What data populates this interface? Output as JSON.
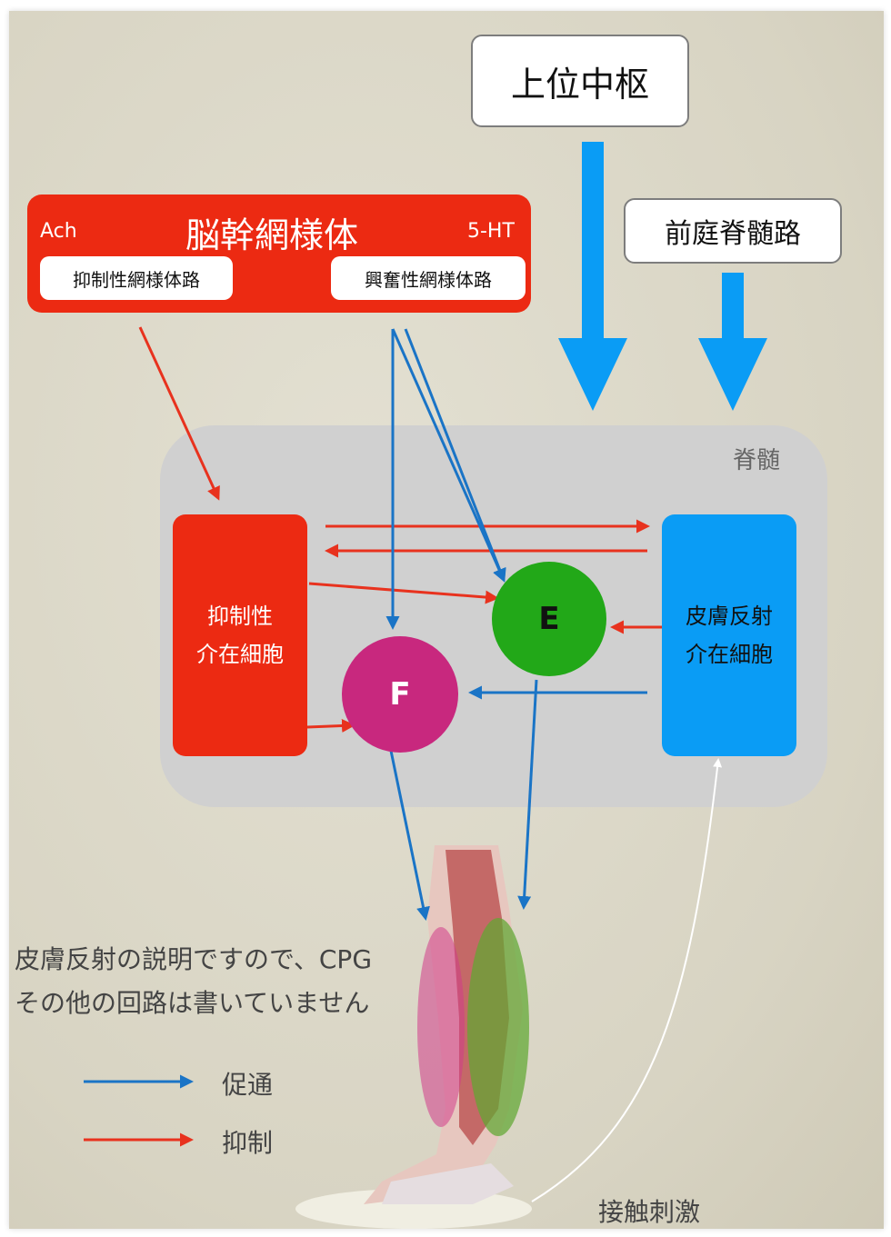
{
  "title_box": {
    "label": "上位中枢"
  },
  "vestibulo_box": {
    "label": "前庭脊髄路"
  },
  "brainstem": {
    "title": "脳幹網様体",
    "left_tag": "Ach",
    "right_tag": "5-HT",
    "inhibitory_path": "抑制性網様体路",
    "excitatory_path": "興奮性網様体路"
  },
  "spinal_cord": {
    "label": "脊髄"
  },
  "inhibitory_interneuron": {
    "line1": "抑制性",
    "line2": "介在細胞"
  },
  "skin_reflex_interneuron": {
    "line1": "皮膚反射",
    "line2": "介在細胞"
  },
  "flexor_node": {
    "label": "F"
  },
  "extensor_node": {
    "label": "E"
  },
  "note": {
    "line1": "皮膚反射の説明ですので、CPG",
    "line2": "その他の回路は書いていません"
  },
  "legend": {
    "facilitation": "促通",
    "inhibition": "抑制"
  },
  "stimulus_label": "接触刺激",
  "colors": {
    "facilitation": "#1a74c6",
    "inhibition": "#e8321e",
    "brainstem": "#ec2a12",
    "skin_reflex": "#0a9cf5",
    "extensor": "#22a818",
    "flexor": "#c8287e",
    "spinal_cord": "#d0d0d0"
  }
}
